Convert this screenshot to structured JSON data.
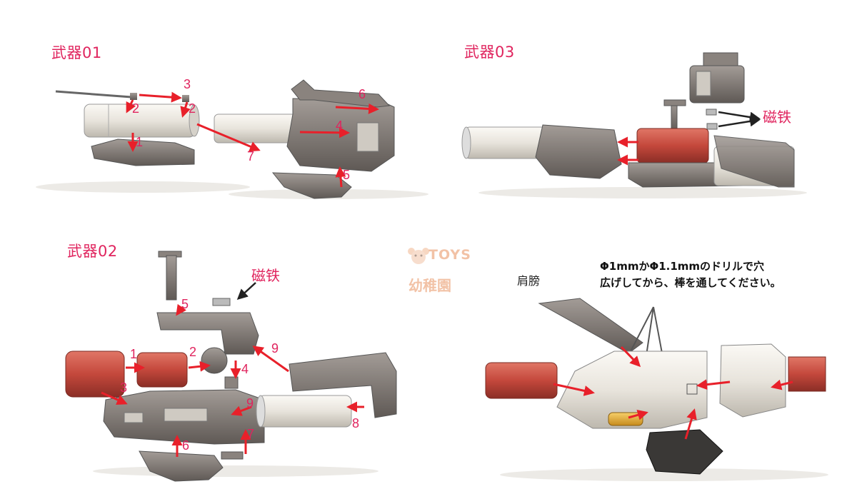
{
  "panels": {
    "weapon01": {
      "title": "武器01",
      "numbers": [
        "1",
        "2",
        "2",
        "3",
        "4",
        "5",
        "6",
        "7"
      ]
    },
    "weapon02": {
      "title": "武器02",
      "magnet_label": "磁铁",
      "numbers": [
        "1",
        "2",
        "3",
        "4",
        "5",
        "6",
        "7",
        "8",
        "9",
        "9"
      ]
    },
    "weapon03": {
      "title": "武器03",
      "magnet_label": "磁铁"
    },
    "shoulder": {
      "label": "肩膀",
      "note_line1": "Φ1mmかΦ1.1mmのドリルで穴",
      "note_line2": "広げしてから、棒を通してください。"
    }
  },
  "watermark": {
    "brand": "TOYS",
    "subtitle": "幼稚園"
  },
  "colors": {
    "label": "#e0245e",
    "arrow": "#e8202a",
    "part_gray": "#7d7672",
    "part_white": "#efece6",
    "part_red": "#c8483e",
    "part_yellow": "#e6a92c",
    "part_dark": "#3a3836"
  }
}
